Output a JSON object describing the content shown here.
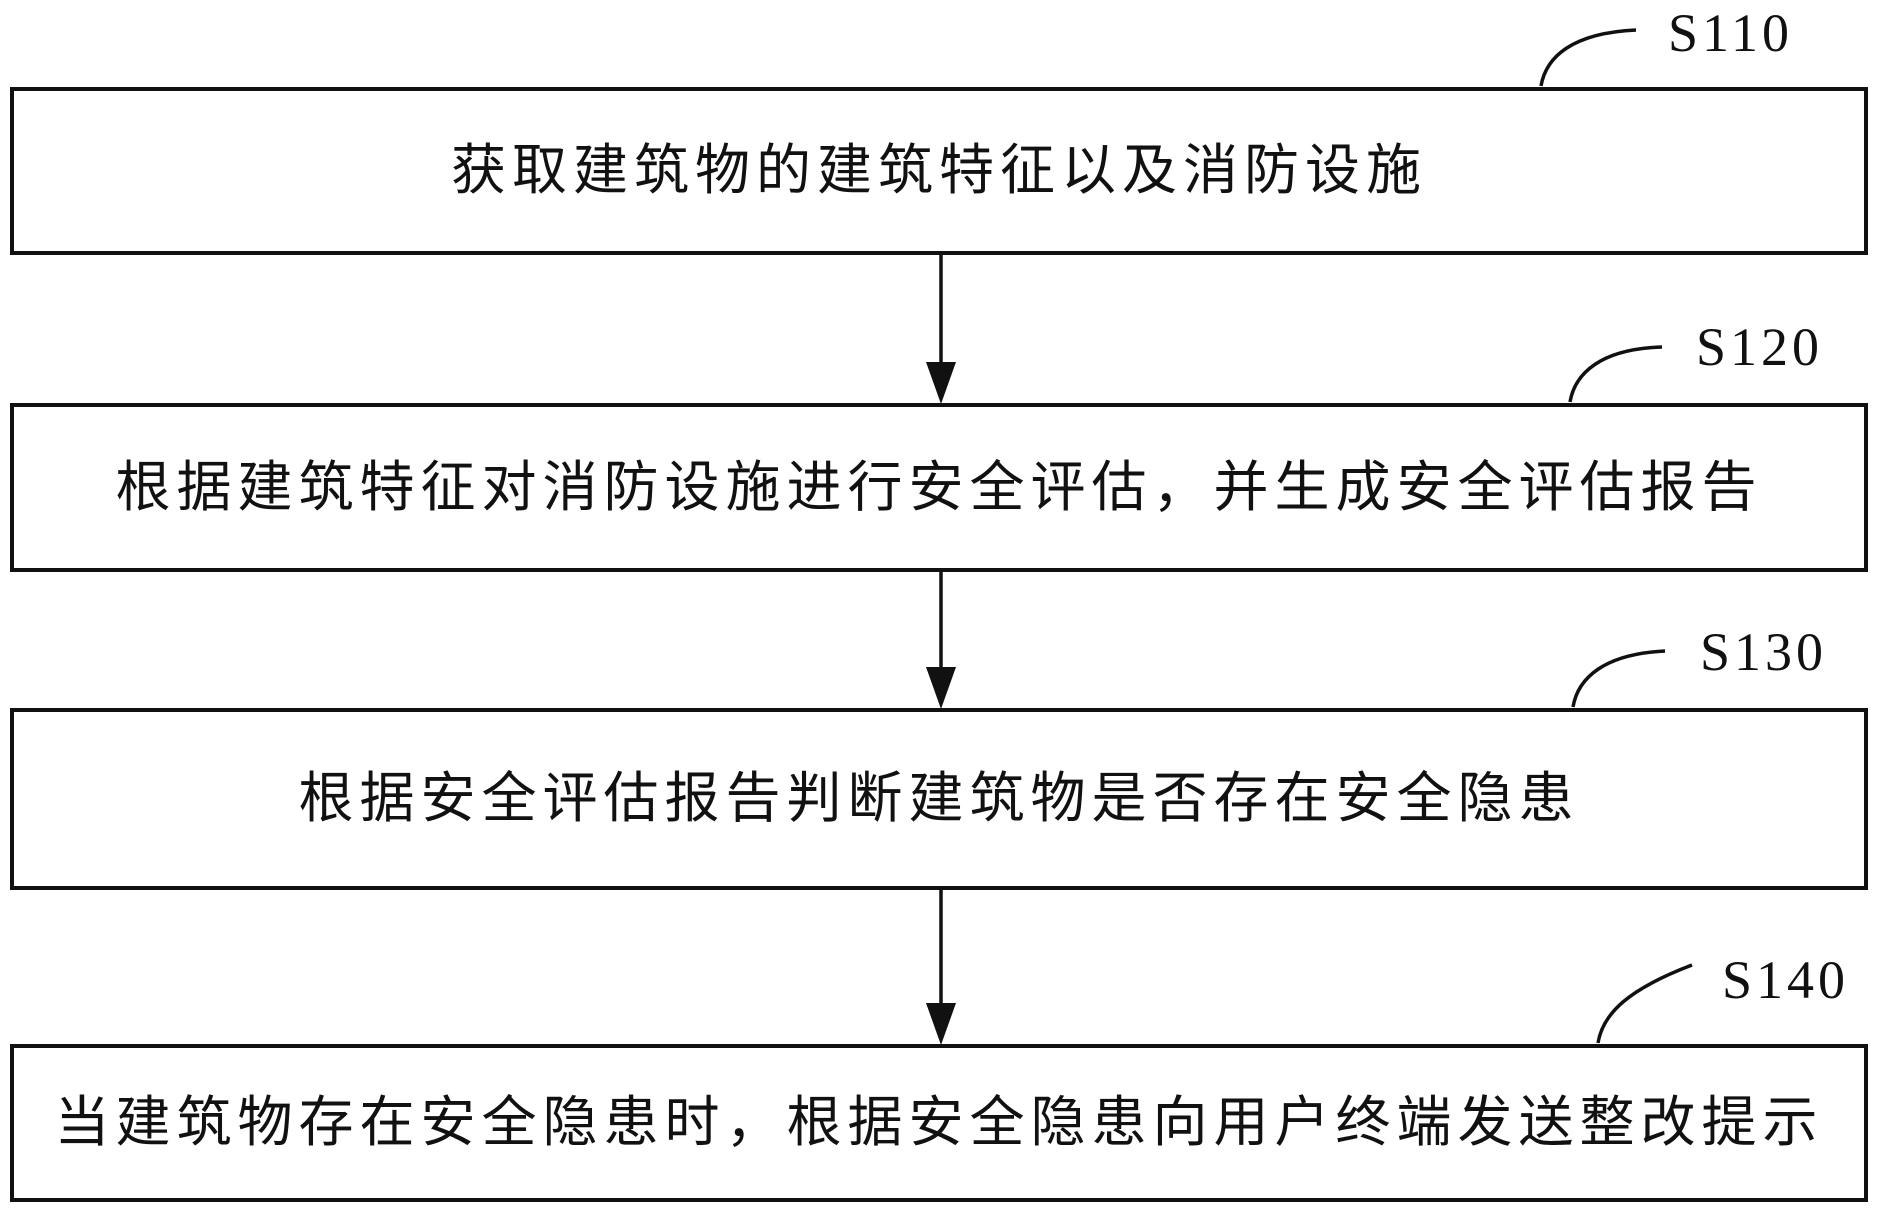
{
  "figure": {
    "background": "#ffffff",
    "line_color": "#111111",
    "type": "flowchart"
  },
  "steps": [
    {
      "label": "S110",
      "text": "获取建筑物的建筑特征以及消防设施"
    },
    {
      "label": "S120",
      "text": "根据建筑特征对消防设施进行安全评估，并生成安全评估报告"
    },
    {
      "label": "S130",
      "text": "根据安全评估报告判断建筑物是否存在安全隐患"
    },
    {
      "label": "S140",
      "text": "当建筑物存在安全隐患时，根据安全隐患向用户终端发送整改提示"
    }
  ]
}
